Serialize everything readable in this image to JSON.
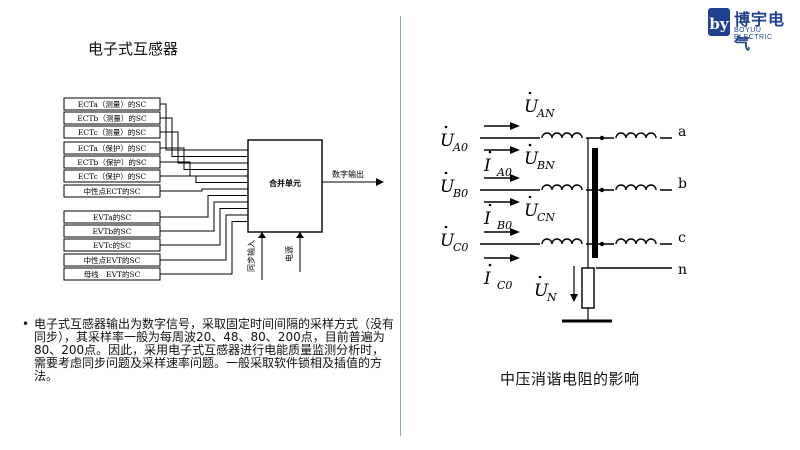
{
  "left_title": "电子式互感器",
  "left_diagram": {
    "inputs": [
      "ECTa（测量）的SC",
      "ECTb（测量）的SC",
      "ECTc（测量）的SC",
      "ECTa（保护）的SC",
      "ECTb（保护）的SC",
      "ECTc（保护）的SC",
      "中性点ECT的SC",
      "EVTa的SC",
      "EVTb的SC",
      "EVTc的SC",
      "中性点EVT的SC",
      "母线　EVT的SC"
    ],
    "merge_unit": "合并单元",
    "output": "数字输出",
    "sync_input": "同步输入",
    "power": "电源"
  },
  "bullet_text": "电子式互感器输出为数字信号，采取固定时间间隔的采样方式（没有同步），其采样率一般为每周波20、48、80、200点，目前普遍为80、200点。因此，采用电子式互感器进行电能质量监测分析时，需要考虑同步问题及采样速率问题。一般采取软件锁相及插值的方法。",
  "circuit": {
    "phases": [
      "a",
      "b",
      "c",
      "n"
    ],
    "sources": [
      {
        "sym": "U",
        "sub": "A0"
      },
      {
        "sym": "U",
        "sub": "B0"
      },
      {
        "sym": "U",
        "sub": "C0"
      }
    ],
    "currents": [
      {
        "sym": "I",
        "sub": "A0"
      },
      {
        "sym": "I",
        "sub": "B0"
      },
      {
        "sym": "I",
        "sub": "C0"
      }
    ],
    "drops": [
      {
        "sym": "U",
        "sub": "AN"
      },
      {
        "sym": "U",
        "sub": "BN"
      },
      {
        "sym": "U",
        "sub": "CN"
      }
    ],
    "neutral": {
      "sym": "U",
      "sub": "N"
    }
  },
  "right_caption": "中压消谐电阻的影响",
  "logo": {
    "name_cn": "博宇电气",
    "name_en": "BOYUU ELECTRIC",
    "brand_color": "#1f3f8f"
  }
}
